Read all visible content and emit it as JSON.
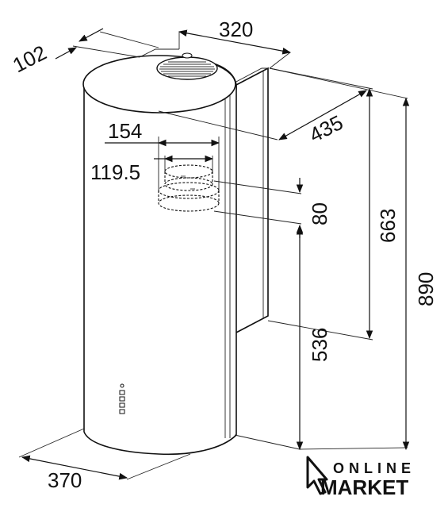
{
  "drawing": {
    "dimensions": {
      "d102": "102",
      "d320": "320",
      "d435": "435",
      "d154": "154",
      "d119": "119.5",
      "d80": "80",
      "d663": "663",
      "d890": "890",
      "d536": "536",
      "d370": "370"
    }
  },
  "logo": {
    "line1": "ONLINE",
    "line2": "MARKET"
  }
}
